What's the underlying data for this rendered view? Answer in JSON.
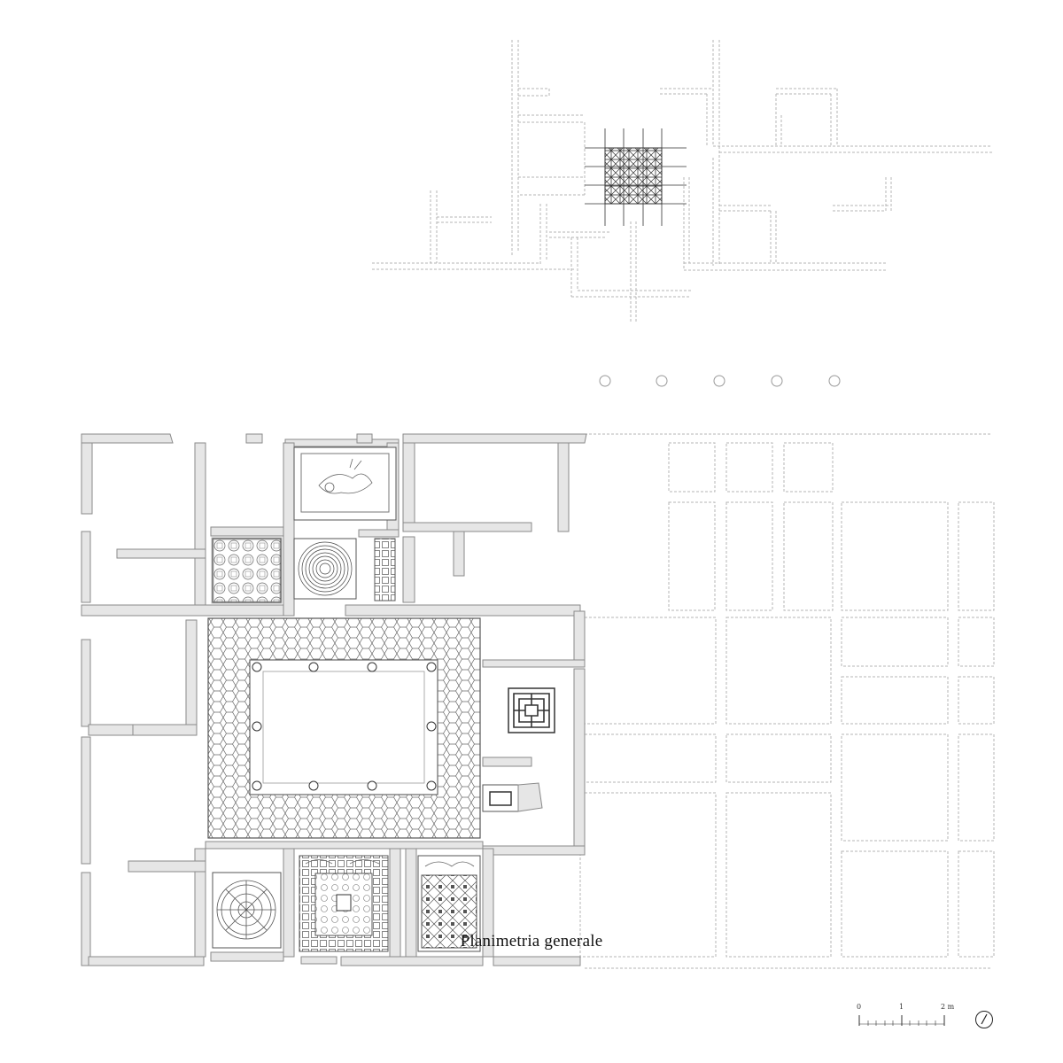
{
  "caption": "Planimetria generale",
  "scale_bar": {
    "labels": [
      "0",
      "1",
      "2 m"
    ]
  },
  "icons": {
    "north_arrow": "north-arrow-icon"
  },
  "colors": {
    "line": "#8a8a8a",
    "wall_fill": "#e6e6e6",
    "dashed": "#b4b4b4",
    "mosaic": "#555555"
  }
}
